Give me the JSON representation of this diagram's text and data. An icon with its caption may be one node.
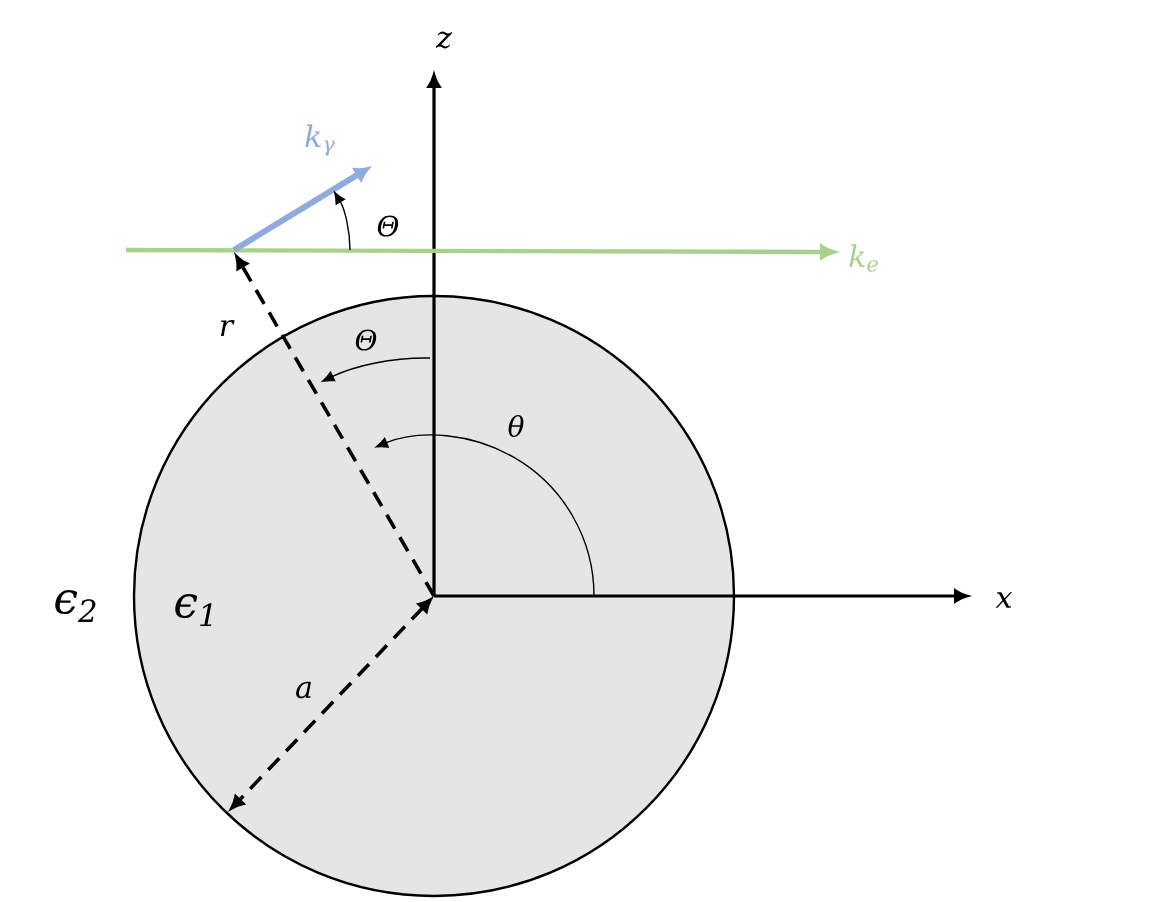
{
  "diagram": {
    "labels": [
      "z",
      "k$_{γ}$",
      "Θ",
      "k$_{e}$",
      "r",
      "Θ",
      "θ",
      "x",
      "ϵ$_{2}$",
      "ϵ$_{1}$",
      "a"
    ]
  }
}
